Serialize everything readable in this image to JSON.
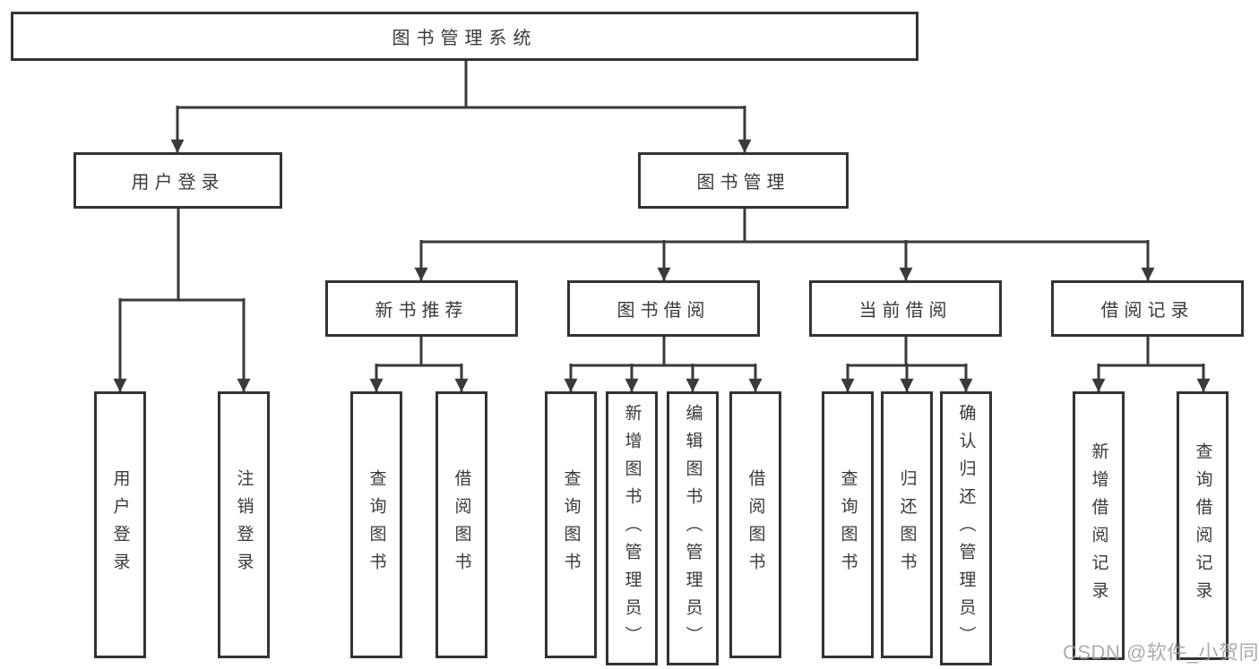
{
  "diagram": {
    "title_node": "图书管理系统",
    "l2": [
      "用户登录",
      "图书管理"
    ],
    "l3": [
      "新书推荐",
      "图书借阅",
      "当前借阅",
      "借阅记录"
    ],
    "leaves": [
      [
        "用户登录",
        "注销登录"
      ],
      [
        "查询图书",
        "借阅图书"
      ],
      [
        "查询图书",
        "新增图书（管理员）",
        "编辑图书（管理员）",
        "借阅图书"
      ],
      [
        "查询图书",
        "归还图书",
        "确认归还（管理员）"
      ],
      [
        "新增借阅记录",
        "查询借阅记录"
      ]
    ]
  },
  "colors": {
    "line": "#3a3a3a",
    "border": "#333333",
    "text": "#3a3a3a",
    "watermark": "#9e9e9e",
    "background": "#ffffff"
  },
  "watermark": "CSDN @软件_小贺同学"
}
